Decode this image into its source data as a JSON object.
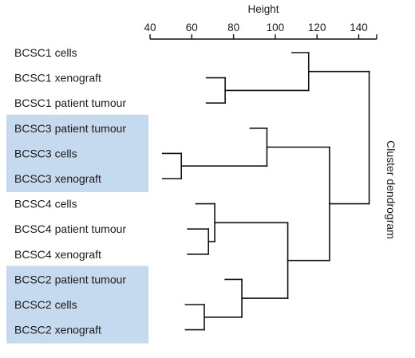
{
  "chart_data": {
    "type": "dendrogram",
    "xlabel": "Height",
    "side_title": "Cluster dendrogram",
    "xlim": [
      40,
      150
    ],
    "ticks": [
      40,
      60,
      80,
      100,
      120,
      140
    ],
    "highlight_color": "#c5d9ef",
    "leaves": [
      {
        "label": "BCSC1 cells",
        "height": 108,
        "highlight": false
      },
      {
        "label": "BCSC1 xenograft",
        "height": 67,
        "highlight": false
      },
      {
        "label": "BCSC1 patient tumour",
        "height": 67,
        "highlight": false
      },
      {
        "label": "BCSC3 patient tumour",
        "height": 88,
        "highlight": true
      },
      {
        "label": "BCSC3 cells",
        "height": 46,
        "highlight": true
      },
      {
        "label": "BCSC3 xenograft",
        "height": 46,
        "highlight": true
      },
      {
        "label": "BCSC4 cells",
        "height": 62,
        "highlight": false
      },
      {
        "label": "BCSC4 patient tumour",
        "height": 58,
        "highlight": false
      },
      {
        "label": "BCSC4 xenograft",
        "height": 58,
        "highlight": false
      },
      {
        "label": "BCSC2 patient tumour",
        "height": 76,
        "highlight": true
      },
      {
        "label": "BCSC2 cells",
        "height": 57,
        "highlight": true
      },
      {
        "label": "BCSC2 xenograft",
        "height": 57,
        "highlight": true
      }
    ],
    "merges": [
      {
        "id": "m1",
        "height": 76,
        "children": [
          "L1",
          "L2"
        ]
      },
      {
        "id": "m2",
        "height": 116,
        "children": [
          "L0",
          "m1"
        ]
      },
      {
        "id": "m3",
        "height": 55,
        "children": [
          "L4",
          "L5"
        ]
      },
      {
        "id": "m4",
        "height": 96,
        "children": [
          "L3",
          "m3"
        ]
      },
      {
        "id": "m5",
        "height": 68,
        "children": [
          "L7",
          "L8"
        ]
      },
      {
        "id": "m6",
        "height": 71,
        "children": [
          "L6",
          "m5"
        ]
      },
      {
        "id": "m7",
        "height": 66,
        "children": [
          "L10",
          "L11"
        ]
      },
      {
        "id": "m8",
        "height": 84,
        "children": [
          "L9",
          "m7"
        ]
      },
      {
        "id": "m9",
        "height": 106,
        "children": [
          "m6",
          "m8"
        ]
      },
      {
        "id": "m10",
        "height": 126,
        "children": [
          "m4",
          "m9"
        ]
      },
      {
        "id": "m11",
        "height": 145,
        "children": [
          "m2",
          "m10"
        ]
      }
    ]
  }
}
